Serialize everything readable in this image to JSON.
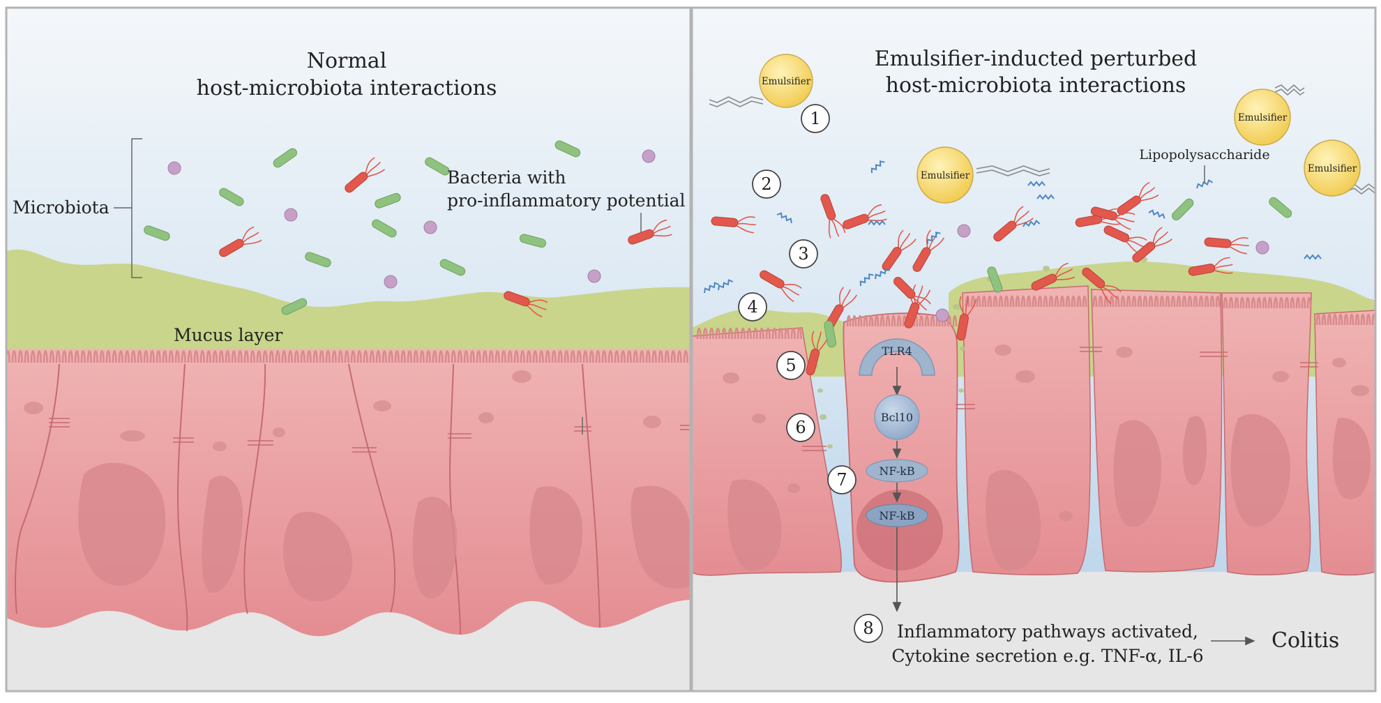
{
  "left_panel": {
    "title_line1": "Normal",
    "title_line2": "host-microbiota interactions",
    "microbiota_label": "Microbiota",
    "bacteria_label_line1": "Bacteria with",
    "bacteria_label_line2": "pro-inflammatory potential",
    "mucus_label": "Mucus layer"
  },
  "right_panel": {
    "title_line1": "Emulsifier-inducted perturbed",
    "title_line2": "host-microbiota interactions",
    "emulsifier_label": "Emulsifier",
    "lps_label": "Lipopolysaccharide",
    "steps": [
      "1",
      "2",
      "3",
      "4",
      "5",
      "6",
      "7",
      "8"
    ],
    "pathway": {
      "receptor": "TLR4",
      "adaptor": "Bcl10",
      "factor": "NF-kB",
      "factor_nuclear": "NF-kB"
    },
    "outcome_line1": "Inflammatory pathways activated,",
    "outcome_line2": "Cytokine secretion e.g. TNF-α, IL-6",
    "result": "Colitis"
  },
  "colors": {
    "sky_top": "#f4f7fa",
    "sky_bottom": "#b7d3ea",
    "mucus": "#c9d58a",
    "cell": "#eb9c9f",
    "cell_edge": "#c66a70",
    "nucleus": "#d88a8e",
    "bacteria_red": "#e2584c",
    "bacteria_green": "#8fc27e",
    "particle": "#c7a0c8",
    "emulsifier": "#f4d869",
    "receptor": "#9fb4cd",
    "lps": "#4b86c2",
    "floor": "#e4e4e4"
  }
}
